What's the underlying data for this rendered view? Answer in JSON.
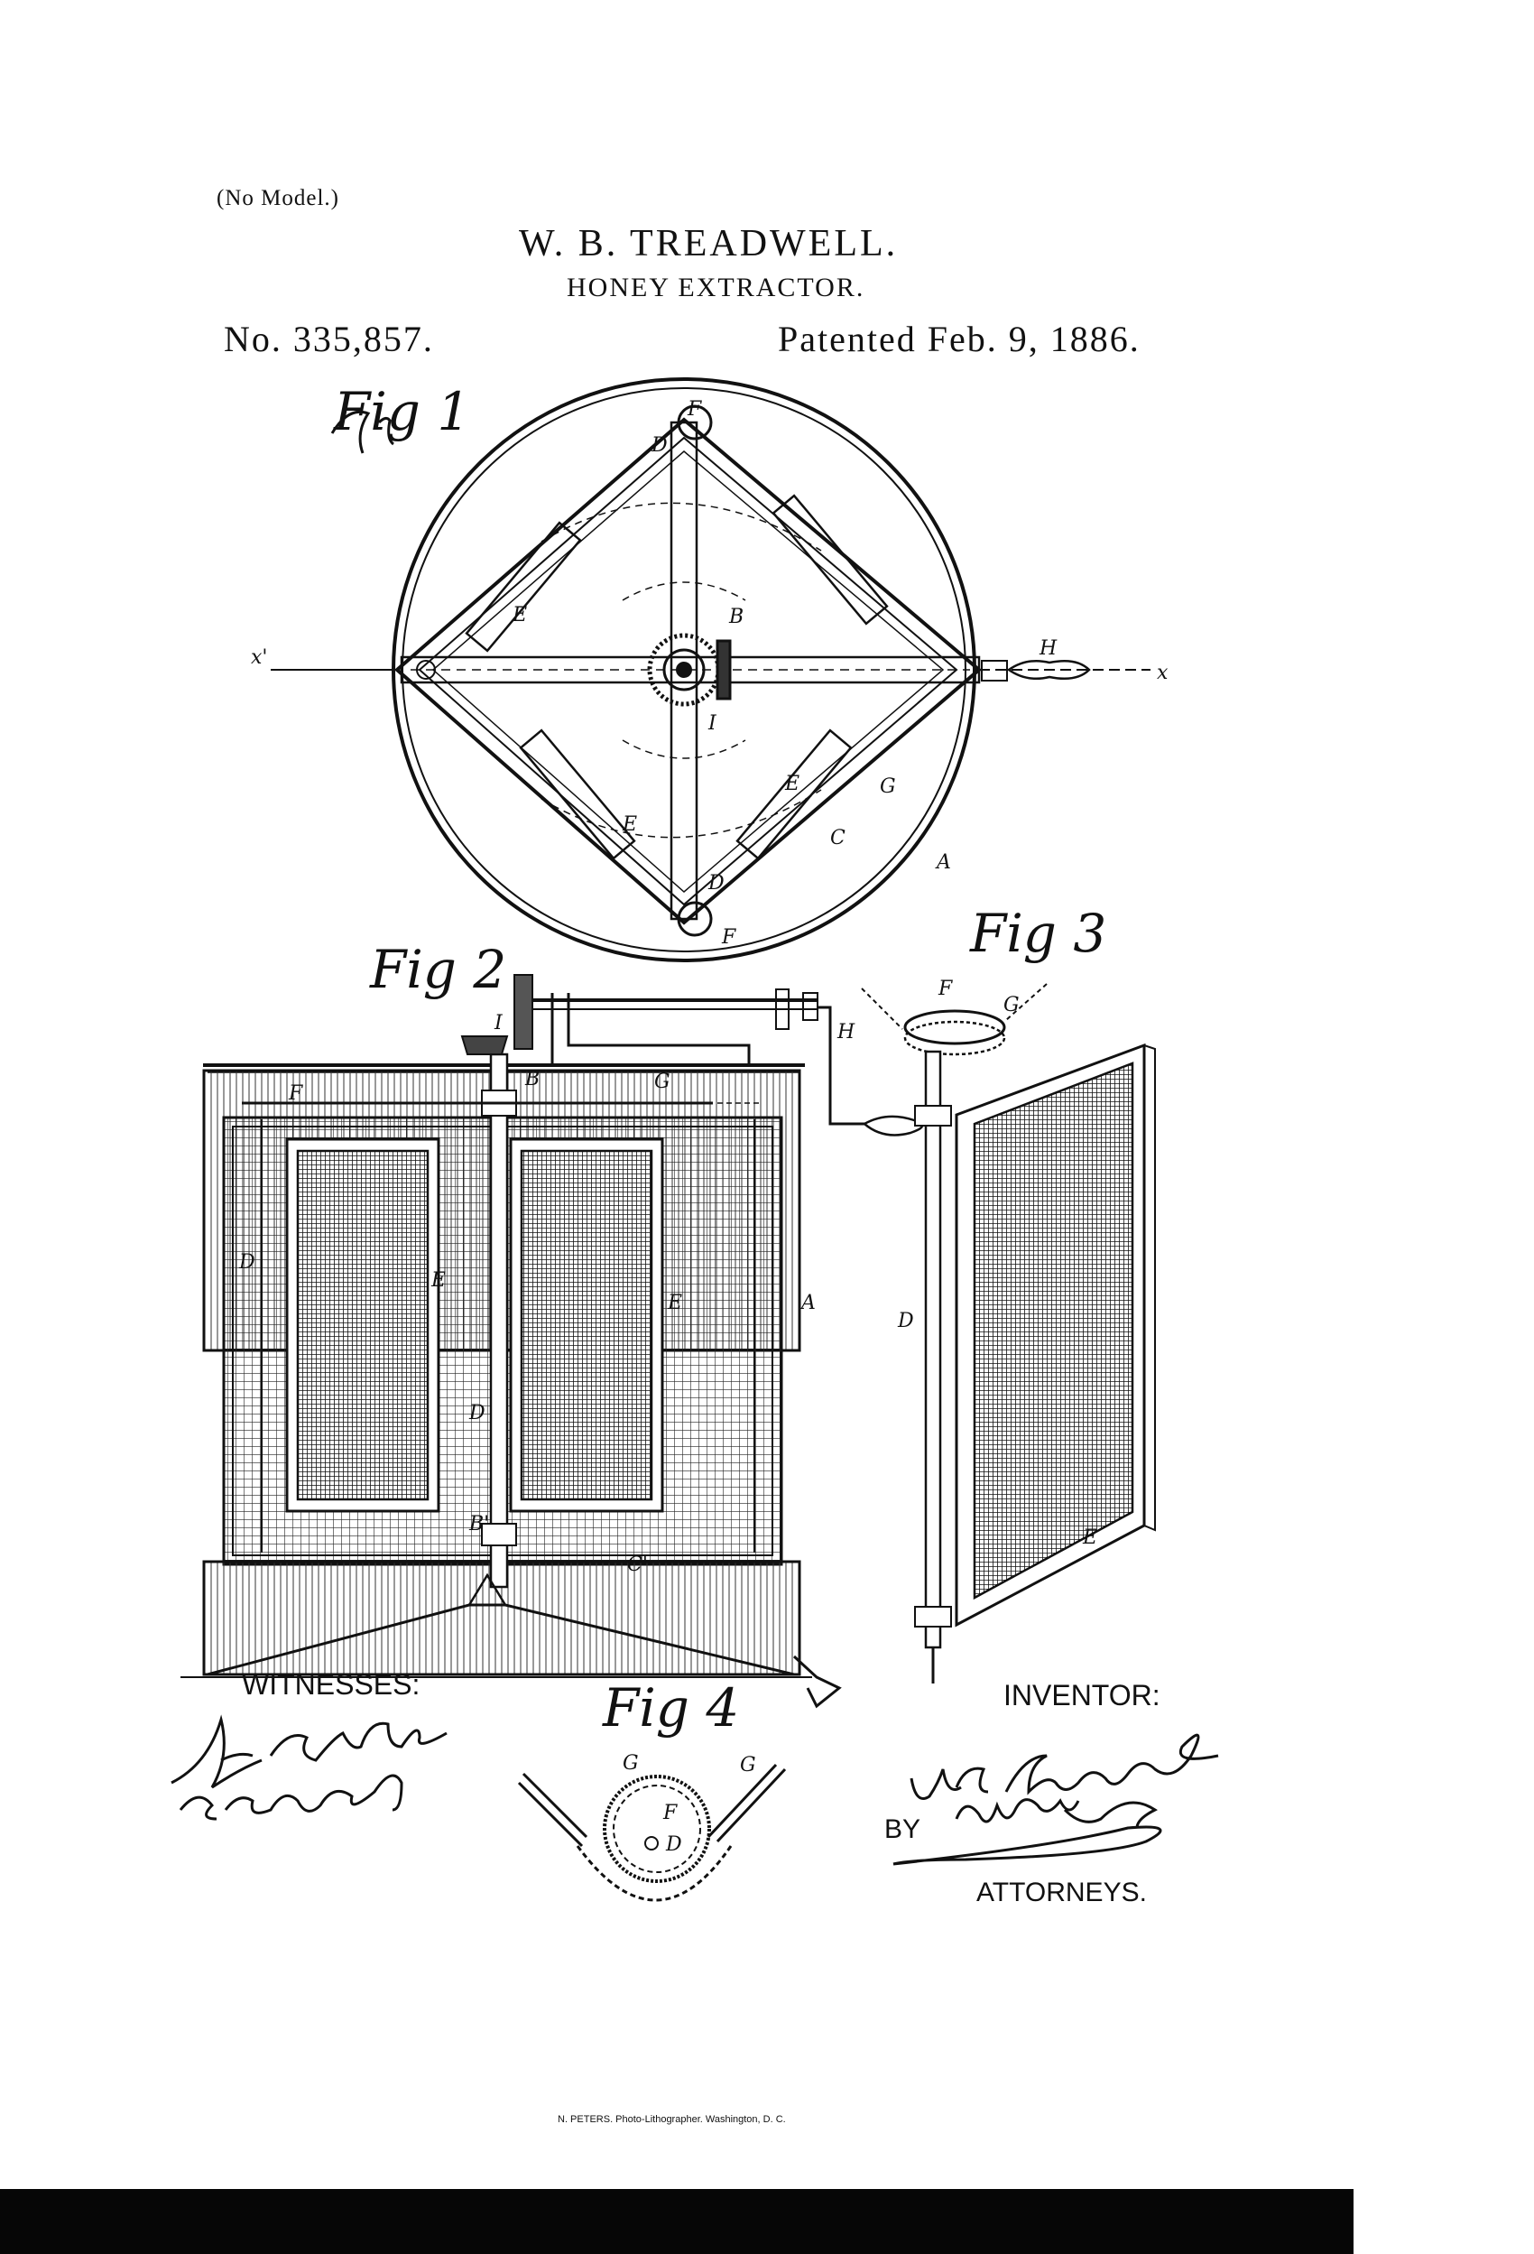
{
  "header": {
    "no_model": "(No Model.)",
    "inventor_name": "W. B. TREADWELL.",
    "title": "HONEY EXTRACTOR.",
    "patent_no": "No. 335,857.",
    "patent_date": "Patented Feb. 9, 1886."
  },
  "figures": {
    "fig1": "Fig 1",
    "fig2": "Fig 2",
    "fig3": "Fig 3",
    "fig4": "Fig 4"
  },
  "reference_letters": {
    "fig1": [
      "F",
      "D",
      "E",
      "B",
      "x'",
      "x",
      "H",
      "I",
      "E",
      "G",
      "E",
      "C",
      "A",
      "D",
      "F"
    ],
    "fig2": [
      "I",
      "H",
      "F",
      "B",
      "G",
      "D",
      "E",
      "E",
      "A",
      "D",
      "B'",
      "C'"
    ],
    "fig3": [
      "F",
      "G",
      "D",
      "E"
    ],
    "fig4": [
      "G",
      "G",
      "F",
      "D"
    ]
  },
  "footer": {
    "witnesses_label": "WITNESSES:",
    "witness_1": "A. D. Garfield",
    "witness_2": "C. Sedgwick",
    "inventor_label": "INVENTOR:",
    "inventor_signature": "W. B. Treadwell",
    "by_label": "BY",
    "attorney_signature": "Munn & Co",
    "attorneys_label": "ATTORNEYS.",
    "printer_credit": "N. PETERS. Photo-Lithographer. Washington, D. C."
  }
}
